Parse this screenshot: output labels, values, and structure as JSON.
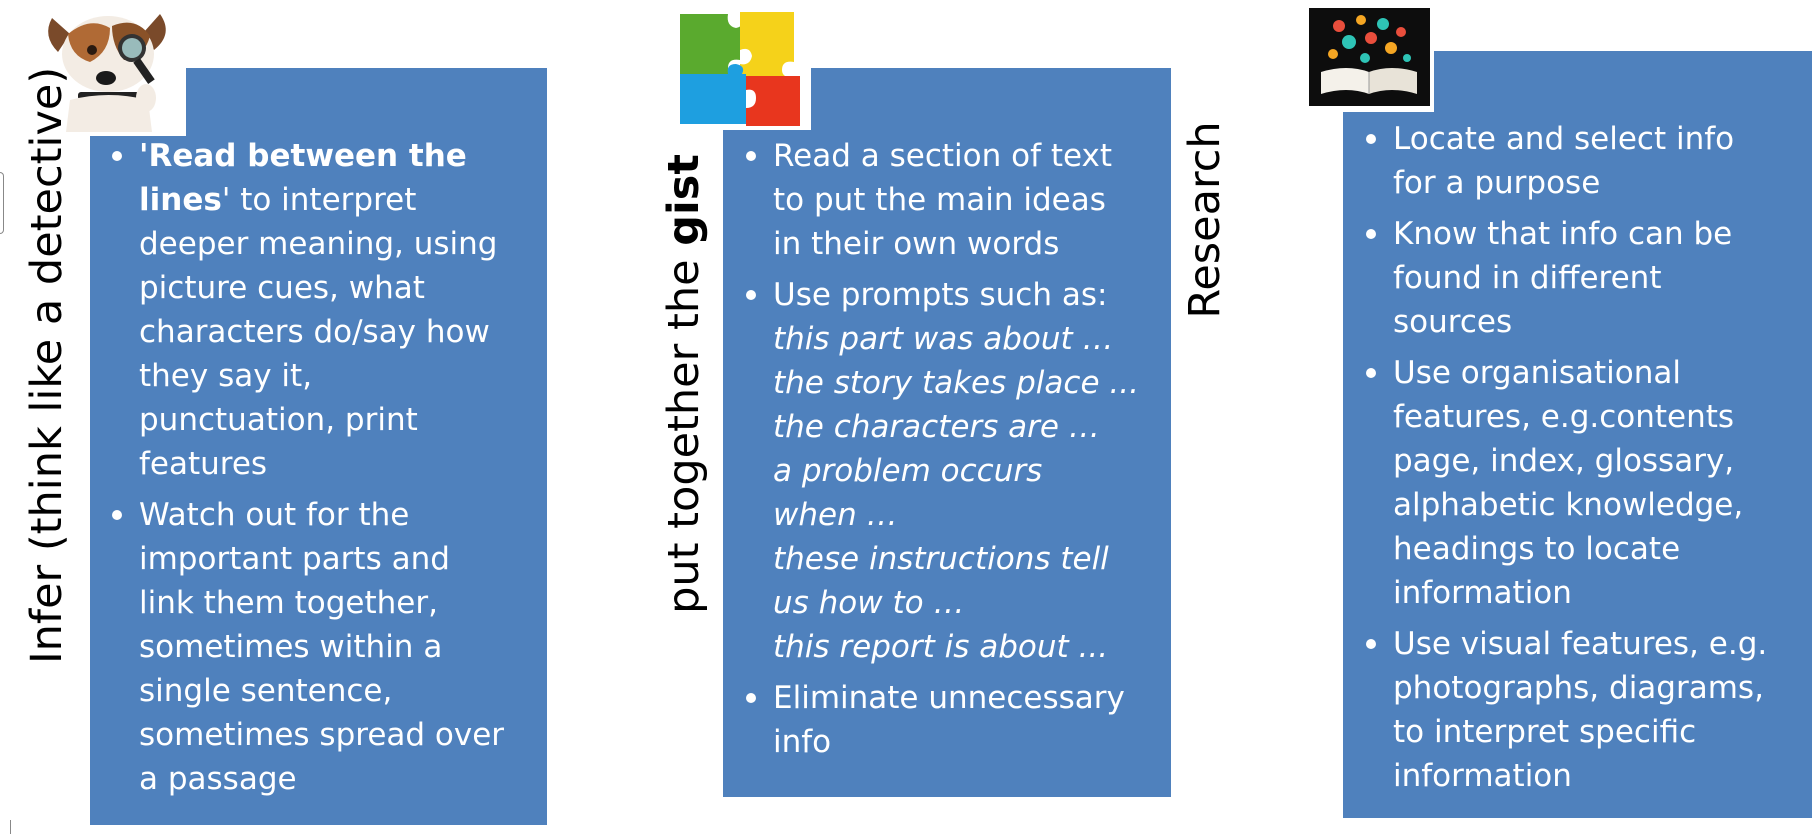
{
  "columns": [
    {
      "heading_parts": [
        "Infer (think like a detective)"
      ],
      "icon": "detective-dog-with-magnifier",
      "bullets": [
        {
          "lines": [
            [
              {
                "text": "'Read between the",
                "bold": true
              }
            ],
            [
              {
                "text": "lines",
                "bold": true
              },
              {
                "text": "' to interpret"
              }
            ],
            [
              {
                "text": "deeper meaning, using"
              }
            ],
            [
              {
                "text": "picture cues, what"
              }
            ],
            [
              {
                "text": "characters do/say how"
              }
            ],
            [
              {
                "text": "they say it,"
              }
            ],
            [
              {
                "text": "punctuation, print"
              }
            ],
            [
              {
                "text": "features"
              }
            ]
          ]
        },
        {
          "lines": [
            [
              {
                "text": "Watch out for the"
              }
            ],
            [
              {
                "text": "important parts and"
              }
            ],
            [
              {
                "text": "link them together,"
              }
            ],
            [
              {
                "text": "sometimes within a"
              }
            ],
            [
              {
                "text": "single sentence,"
              }
            ],
            [
              {
                "text": "sometimes spread over"
              }
            ],
            [
              {
                "text": "a passage"
              }
            ]
          ]
        }
      ]
    },
    {
      "heading_parts": [
        "put together the ",
        "gist"
      ],
      "icon": "jigsaw-puzzle-icon",
      "bullets": [
        {
          "lines": [
            [
              {
                "text": "Read a section of text"
              }
            ],
            [
              {
                "text": "to put the main ideas"
              }
            ],
            [
              {
                "text": "in their own words"
              }
            ]
          ]
        },
        {
          "lines": [
            [
              {
                "text": "Use prompts such as:"
              }
            ],
            [
              {
                "text": "this part was about …",
                "italic": true
              }
            ],
            [
              {
                "text": "the story takes place ...",
                "italic": true
              }
            ],
            [
              {
                "text": "the characters are …",
                "italic": true
              }
            ],
            [
              {
                "text": "a problem occurs",
                "italic": true
              }
            ],
            [
              {
                "text": "when …",
                "italic": true
              }
            ],
            [
              {
                "text": "these instructions tell",
                "italic": true
              }
            ],
            [
              {
                "text": "us how to …",
                "italic": true
              }
            ],
            [
              {
                "text": "this report is about ...",
                "italic": true
              }
            ]
          ]
        },
        {
          "lines": [
            [
              {
                "text": "Eliminate unnecessary"
              }
            ],
            [
              {
                "text": "info"
              }
            ]
          ]
        }
      ]
    },
    {
      "heading_parts": [
        "Research"
      ],
      "icon": "open-book-with-icons",
      "bullets": [
        {
          "lines": [
            [
              {
                "text": "Locate and select info"
              }
            ],
            [
              {
                "text": "for a purpose"
              }
            ]
          ]
        },
        {
          "lines": [
            [
              {
                "text": "Know that info can be"
              }
            ],
            [
              {
                "text": "found in different"
              }
            ],
            [
              {
                "text": "sources"
              }
            ]
          ]
        },
        {
          "lines": [
            [
              {
                "text": "Use organisational"
              }
            ],
            [
              {
                "text": "features, e.g.contents"
              }
            ],
            [
              {
                "text": "page, index, glossary,"
              }
            ],
            [
              {
                "text": "alphabetic knowledge,"
              }
            ],
            [
              {
                "text": "headings  to locate"
              }
            ],
            [
              {
                "text": "information"
              }
            ]
          ]
        },
        {
          "lines": [
            [
              {
                "text": "Use visual features, e.g."
              }
            ],
            [
              {
                "text": "photographs, diagrams,"
              }
            ],
            [
              {
                "text": "to interpret specific"
              }
            ],
            [
              {
                "text": "information"
              }
            ]
          ]
        }
      ]
    }
  ],
  "colors": {
    "panel": "#4f81bd",
    "text": "#ffffff",
    "label": "#000000"
  }
}
